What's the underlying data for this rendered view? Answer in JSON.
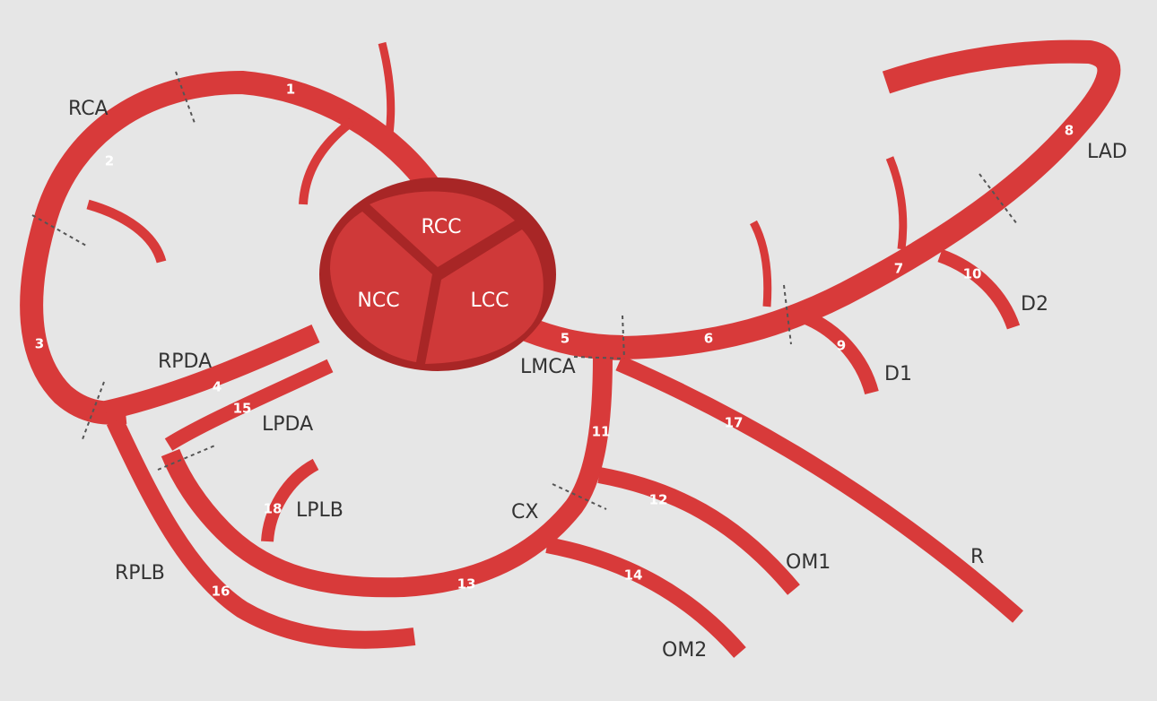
{
  "colors": {
    "background": "#e6e6e6",
    "vessel": "#d83a3a",
    "aortic_root_outline": "#a82626",
    "cusp_fill": "#cf3939",
    "segment_number_text": "#ffffff",
    "vessel_name_text": "#333333",
    "divider_line": "#555555"
  },
  "aortic_cusps": {
    "rcc": "RCC",
    "ncc": "NCC",
    "lcc": "LCC"
  },
  "vessel_names": {
    "rca": "RCA",
    "lad": "LAD",
    "d2": "D2",
    "d1": "D1",
    "lmca": "LMCA",
    "rpda": "RPDA",
    "lpda": "LPDA",
    "lplb": "LPLB",
    "cx": "CX",
    "om1": "OM1",
    "r": "R",
    "rplb": "RPLB",
    "om2": "OM2"
  },
  "segment_numbers": {
    "s1": "1",
    "s2": "2",
    "s3": "3",
    "s4": "4",
    "s5": "5",
    "s6": "6",
    "s7": "7",
    "s8": "8",
    "s9": "9",
    "s10": "10",
    "s11": "11",
    "s12": "12",
    "s13": "13",
    "s14": "14",
    "s15": "15",
    "s16": "16",
    "s17": "17",
    "s18": "18"
  }
}
